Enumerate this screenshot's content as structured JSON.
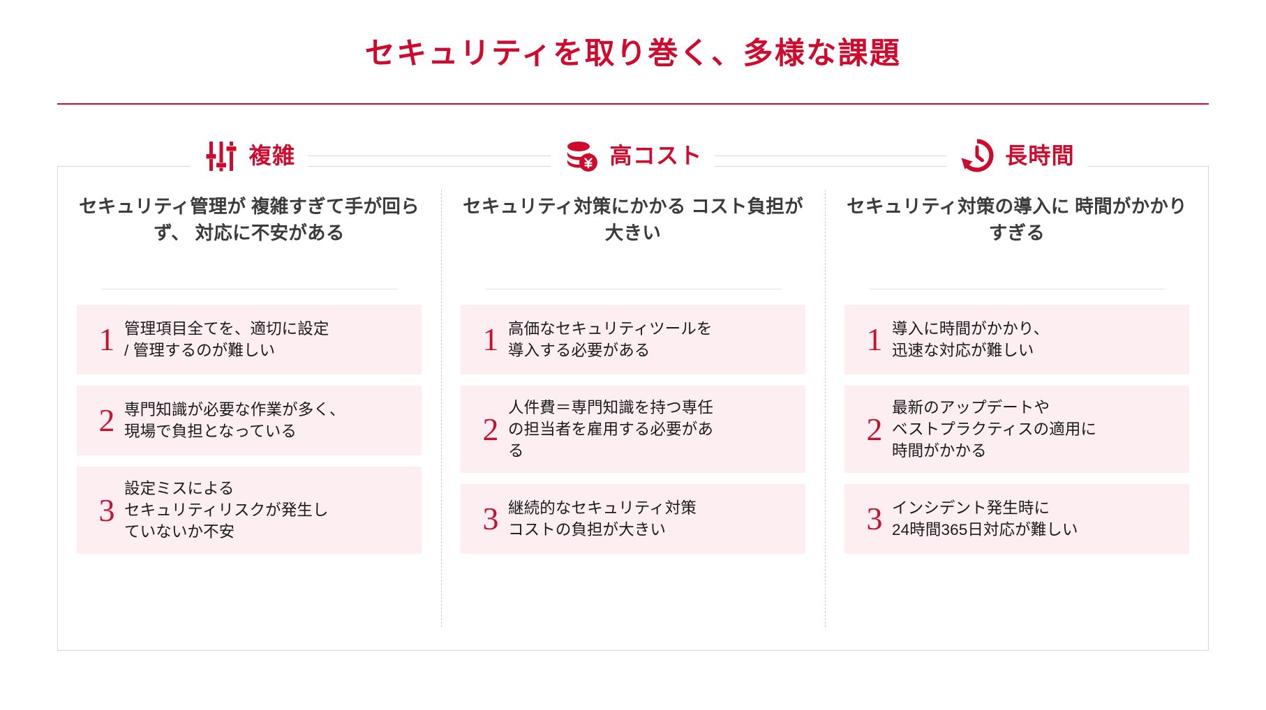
{
  "slide": {
    "title": "セキュリティを取り巻く、多様な課題",
    "accent_color": "#cf0a2c",
    "item_bg_color": "#fdeef1",
    "heading_color": "#3b3b3d"
  },
  "columns": [
    {
      "badge": {
        "icon": "sliders-icon",
        "label": "複雑"
      },
      "heading": "セキュリティ管理が\n複雑すぎて手が回らず、\n対応に不安がある",
      "items": [
        {
          "number": "1",
          "text": "管理項目全てを、適切に設定\n/ 管理するのが難しい"
        },
        {
          "number": "2",
          "text": "専門知識が必要な作業が多く、\n現場で負担となっている"
        },
        {
          "number": "3",
          "text": "設定ミスによる\nセキュリティリスクが発生し\nていないか不安"
        }
      ]
    },
    {
      "badge": {
        "icon": "coins-yen-icon",
        "label": "高コスト"
      },
      "heading": "セキュリティ対策にかかる\nコスト負担が大きい",
      "items": [
        {
          "number": "1",
          "text": "高価なセキュリティツールを\n導入する必要がある"
        },
        {
          "number": "2",
          "text": "人件費＝専門知識を持つ専任\nの担当者を雇用する必要があ\nる"
        },
        {
          "number": "3",
          "text": "継続的なセキュリティ対策\nコストの負担が大きい"
        }
      ]
    },
    {
      "badge": {
        "icon": "clock-history-icon",
        "label": "長時間"
      },
      "heading": "セキュリティ対策の導入に\n時間がかかりすぎる",
      "items": [
        {
          "number": "1",
          "text": "導入に時間がかかり、\n迅速な対応が難しい"
        },
        {
          "number": "2",
          "text": "最新のアップデートや\nベストプラクティスの適用に\n時間がかかる"
        },
        {
          "number": "3",
          "text": "インシデント発生時に\n24時間365日対応が難しい"
        }
      ]
    }
  ]
}
